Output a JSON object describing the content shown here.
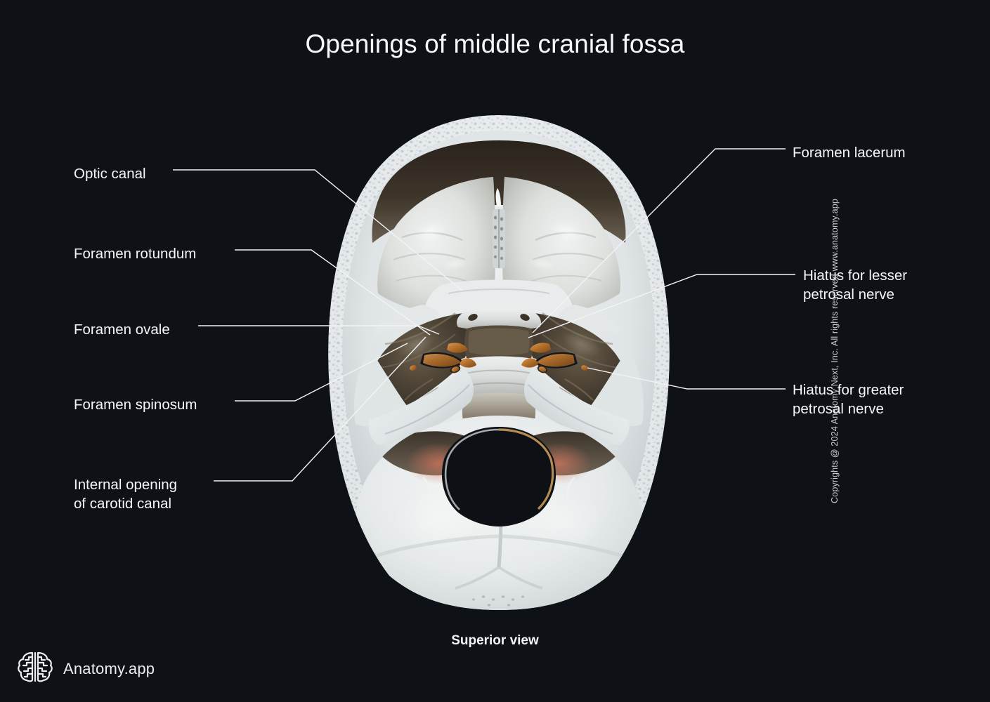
{
  "page": {
    "title": "Openings of middle cranial fossa",
    "caption": "Superior view",
    "copyright": "Copyrights @ 2024 Anatomy Next, Inc. All rights reserved www.anatomy.app",
    "background_color": "#0e1116",
    "text_color": "#f5f6f8",
    "leader_color": "#f2f3f5",
    "bone_color": "#e8ebee",
    "foramen_highlight_color": "#b5702a"
  },
  "brand": {
    "name": "Anatomy.app",
    "logo_icon": "brain-icon"
  },
  "figure": {
    "name": "skull-base-superior-view",
    "description": "Cranial base viewed from above showing anterior, middle and posterior cranial fossae"
  },
  "labels_left": [
    {
      "id": "optic-canal",
      "text": "Optic canal"
    },
    {
      "id": "foramen-rotundum",
      "text": "Foramen rotundum"
    },
    {
      "id": "foramen-ovale",
      "text": "Foramen ovale"
    },
    {
      "id": "foramen-spinosum",
      "text": "Foramen spinosum"
    },
    {
      "id": "internal-opening-carotid-canal",
      "text": "Internal opening\nof carotid canal"
    }
  ],
  "labels_right": [
    {
      "id": "foramen-lacerum",
      "text": "Foramen lacerum"
    },
    {
      "id": "hiatus-lesser-petrosal-nerve",
      "text": "Hiatus for lesser\npetrosal nerve"
    },
    {
      "id": "hiatus-greater-petrosal-nerve",
      "text": "Hiatus for greater\npetrosal nerve"
    }
  ]
}
